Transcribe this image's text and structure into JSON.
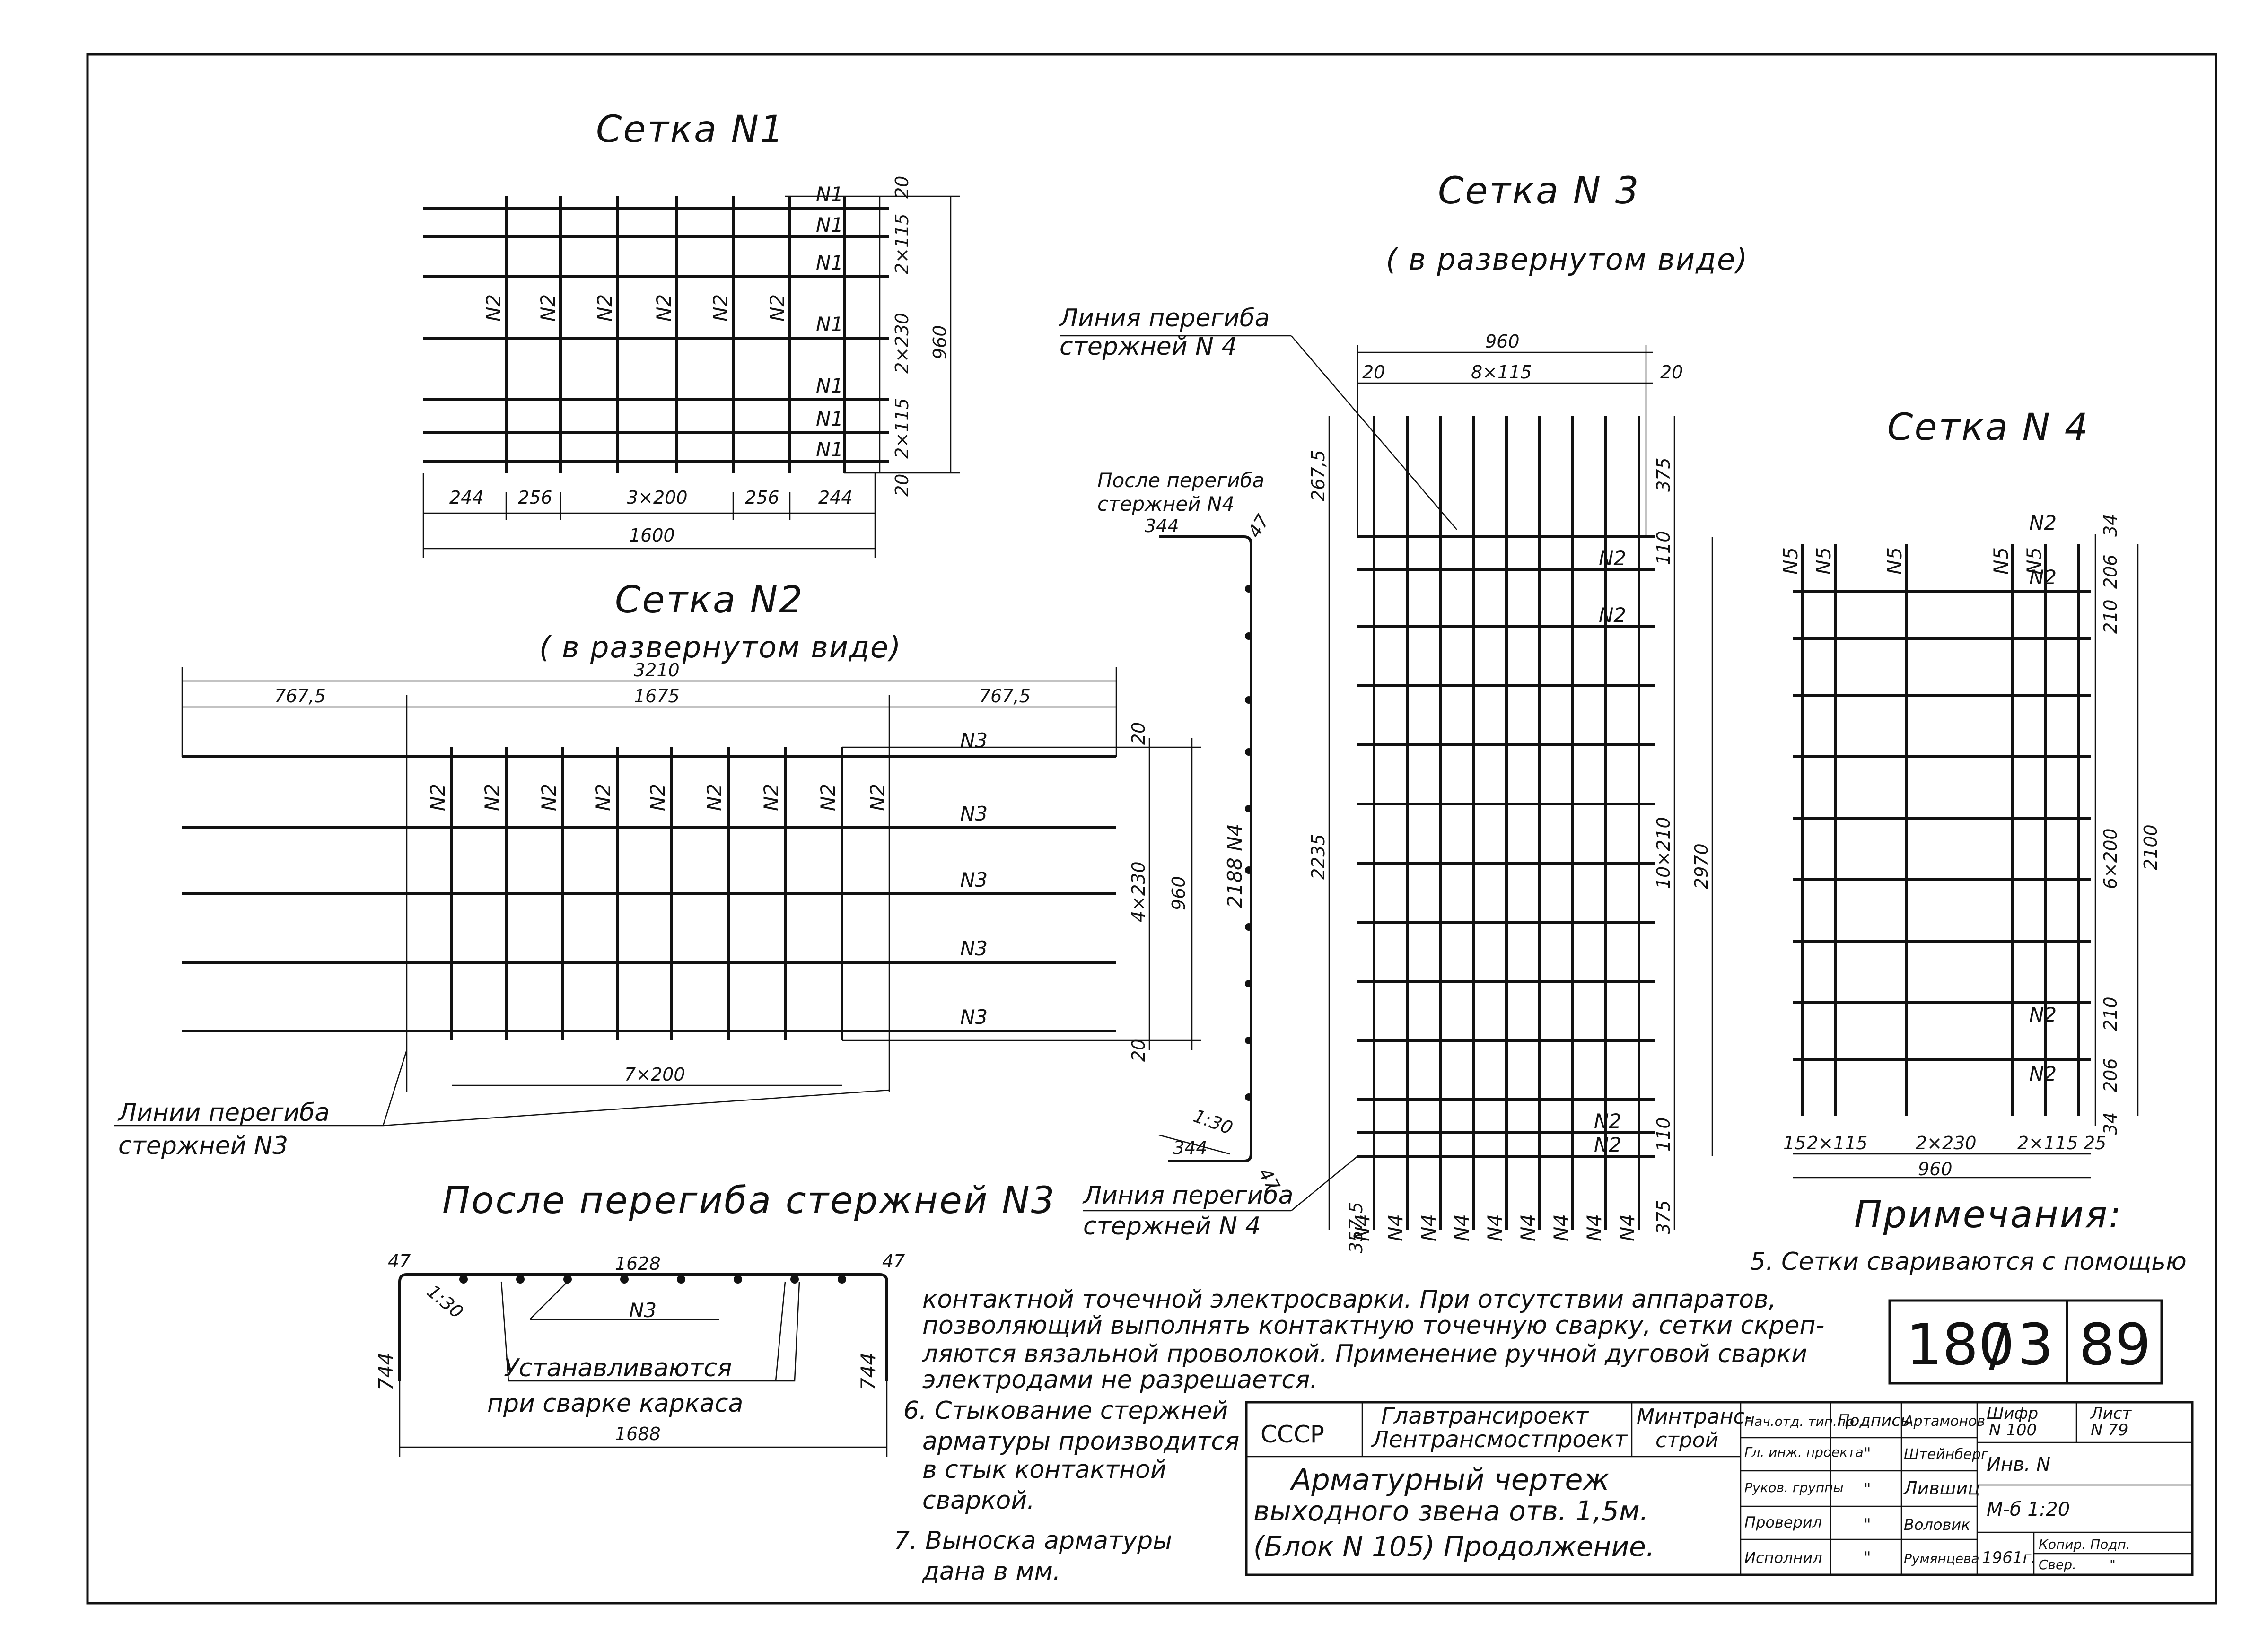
{
  "mesh1": {
    "title": "Сетка N1",
    "label_n1": "N1",
    "label_n2": "N2",
    "dim_20": "20",
    "dim_2x115": "2×115",
    "dim_2x230": "2×230",
    "dim_960": "960",
    "dim_244": "244",
    "dim_256": "256",
    "dim_3x200": "3×200",
    "dim_total": "1600"
  },
  "mesh2": {
    "title": "Сетка N2",
    "subtitle": "( в развернутом виде)",
    "dim_total": "3210",
    "dim_7675": "767,5",
    "dim_1675": "1675",
    "dim_20": "20",
    "dim_4x230": "4×230",
    "dim_960": "960",
    "dim_7x200": "7×200",
    "label_n2": "N2",
    "label_n3": "N3",
    "bend_line_a": "Линии перегиба",
    "bend_line_b": "стержней N3"
  },
  "after_bend_n3": {
    "title": "После перегиба стержней N3",
    "dim_1628": "1628",
    "dim_1688": "1688",
    "dim_744": "744",
    "dim_47": "47",
    "slope": "1:30",
    "label_n3": "N3",
    "install_a": "Устанавливаются",
    "install_b": "при сварке каркаса"
  },
  "rod_n4": {
    "caption_a": "После перегиба",
    "caption_b": "стержней N4",
    "dim_344": "344",
    "dim_47": "47",
    "dim_2188": "2188 N4",
    "slope": "1:30"
  },
  "mesh3": {
    "title": "Сетка N 3",
    "subtitle": "( в развернутом виде)",
    "bend_line_a": "Линия перегиба",
    "bend_line_b": "стержней N 4",
    "dim_960": "960",
    "dim_8x115": "8×115",
    "dim_20": "20",
    "dim_2675": "267,5",
    "dim_375": "375",
    "dim_110": "110",
    "dim_2235": "2235",
    "dim_10x210": "10×210",
    "dim_2970": "2970",
    "dim_3575": "357,5",
    "label_n2": "N2",
    "label_n4": "N4"
  },
  "mesh4": {
    "title": "Сетка N 4",
    "label_n5": "N5",
    "label_n2": "N2",
    "dim_34": "34",
    "dim_206": "206",
    "dim_210": "210",
    "dim_6x200": "6×200",
    "dim_2100": "2100",
    "dim_15": "15",
    "dim_2x115": "2×115",
    "dim_2x230": "2×230",
    "dim_25": "25",
    "dim_960": "960"
  },
  "notes": {
    "heading": "Примечания:",
    "n5_a": "5. Сетки свариваются с помощью",
    "n5_b": "контактной точечной электросварки. При отсутствии аппаратов,",
    "n5_c": "позволяющий выполнять контактную точечную сварку, сетки скреп-",
    "n5_d": "ляются вязальной проволокой. Применение ручной дуговой сварки",
    "n5_e": "электродами не разрешается.",
    "n6_a": "6. Стыкование стержней",
    "n6_b": "арматуры производится",
    "n6_c": "в стык контактной",
    "n6_d": "сваркой.",
    "n7_a": "7. Выноска арматуры",
    "n7_b": "дана в мм."
  },
  "stamp": {
    "part1": "180",
    "part2": "3",
    "part3": "89"
  },
  "title_block": {
    "country": "СССР",
    "org_a": "Главтрансироект",
    "org_b": "Лентрансмостпроект",
    "ministry_a": "Минтранс-",
    "ministry_b": "строй",
    "role_1": "Нач.отд. тип.пр.",
    "role_2": "Гл. инж. проекта",
    "role_3": "Руков. группы",
    "role_4": "Проверил",
    "role_5": "Исполнил",
    "sign_head": "Подпись",
    "sign_mark": "\"",
    "name_1": "Артамонов",
    "name_2": "Штейнберг",
    "name_3": "Лившиц",
    "name_4": "Воловик",
    "name_5": "Румянцева",
    "cipher_label": "Шифр",
    "cipher_value": "N 100",
    "sheet_label": "Лист",
    "sheet_value": "N 79",
    "inv": "Инв. N",
    "scale": "М-б 1:20",
    "year": "1961г.",
    "copy": "Копир. Подп.",
    "check": "Свер.",
    "quote": "\"",
    "desc_a": "Арматурный чертеж",
    "desc_b": "выходного звена отв. 1,5м.",
    "desc_c": "(Блок N 105) Продолжение."
  }
}
